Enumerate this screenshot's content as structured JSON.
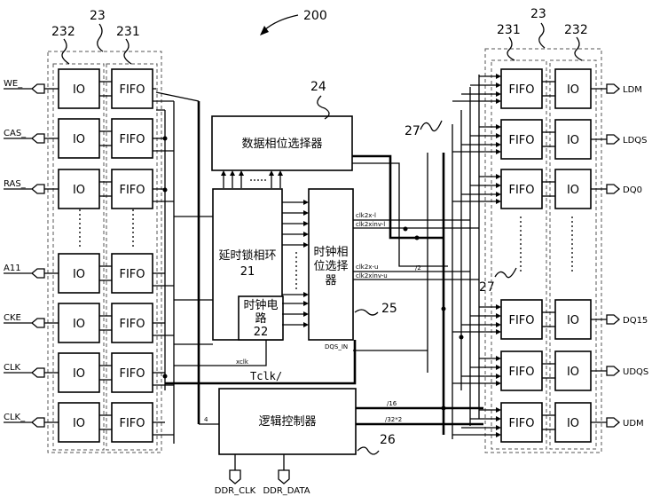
{
  "figure": {
    "number": "200"
  },
  "left_group": {
    "group_ref": "23",
    "io_ref": "232",
    "fifo_ref": "231",
    "rows": [
      {
        "pin": "WE_",
        "io": "IO",
        "fifo": "FIFO"
      },
      {
        "pin": "CAS_",
        "io": "IO",
        "fifo": "FIFO"
      },
      {
        "pin": "RAS_",
        "io": "IO",
        "fifo": "FIFO"
      },
      {
        "pin": "A11",
        "io": "IO",
        "fifo": "FIFO"
      },
      {
        "pin": "CKE",
        "io": "IO",
        "fifo": "FIFO"
      },
      {
        "pin": "CLK",
        "io": "IO",
        "fifo": "FIFO"
      },
      {
        "pin": "CLK_",
        "io": "IO",
        "fifo": "FIFO"
      }
    ]
  },
  "right_group": {
    "group_ref": "23",
    "fifo_ref": "231",
    "io_ref": "232",
    "rows": [
      {
        "pin": "LDM",
        "io": "IO",
        "fifo": "FIFO"
      },
      {
        "pin": "LDQS",
        "io": "IO",
        "fifo": "FIFO"
      },
      {
        "pin": "DQ0",
        "io": "IO",
        "fifo": "FIFO"
      },
      {
        "pin": "DQ15",
        "io": "IO",
        "fifo": "FIFO"
      },
      {
        "pin": "UDQS",
        "io": "IO",
        "fifo": "FIFO"
      },
      {
        "pin": "UDM",
        "io": "IO",
        "fifo": "FIFO"
      }
    ]
  },
  "blocks": {
    "data_phase_selector": {
      "label": "数据相位选择器",
      "ref": "24"
    },
    "dll": {
      "label_line1": "延时锁相环",
      "label_line2": "21"
    },
    "clock_circuit": {
      "label_line1": "时钟电",
      "label_line2": "路",
      "label_line3": "22"
    },
    "clock_phase_selector": {
      "label_line1": "时钟相",
      "label_line2": "位选择",
      "label_line3": "器",
      "ref": "25"
    },
    "logic_controller": {
      "label": "逻辑控制器",
      "ref": "26"
    }
  },
  "bus_refs": {
    "upper": "27",
    "lower": "27"
  },
  "signals": {
    "clk2x_l": "clk2x-l",
    "clk2xinv_l": "clk2xinv-l",
    "clk2x_u": "clk2x-u",
    "clk2xinv_u": "clk2xinv-u",
    "dqs_in": "DQS_IN",
    "xclk": "xclk",
    "tclk": "Tclk/",
    "bus_2": "/2",
    "bus_16": "/16",
    "bus_32x2": "/32*2",
    "bus_4": "4"
  },
  "bottom_pins": {
    "ddr_clk": "DDR_CLK",
    "ddr_data": "DDR_DATA"
  }
}
